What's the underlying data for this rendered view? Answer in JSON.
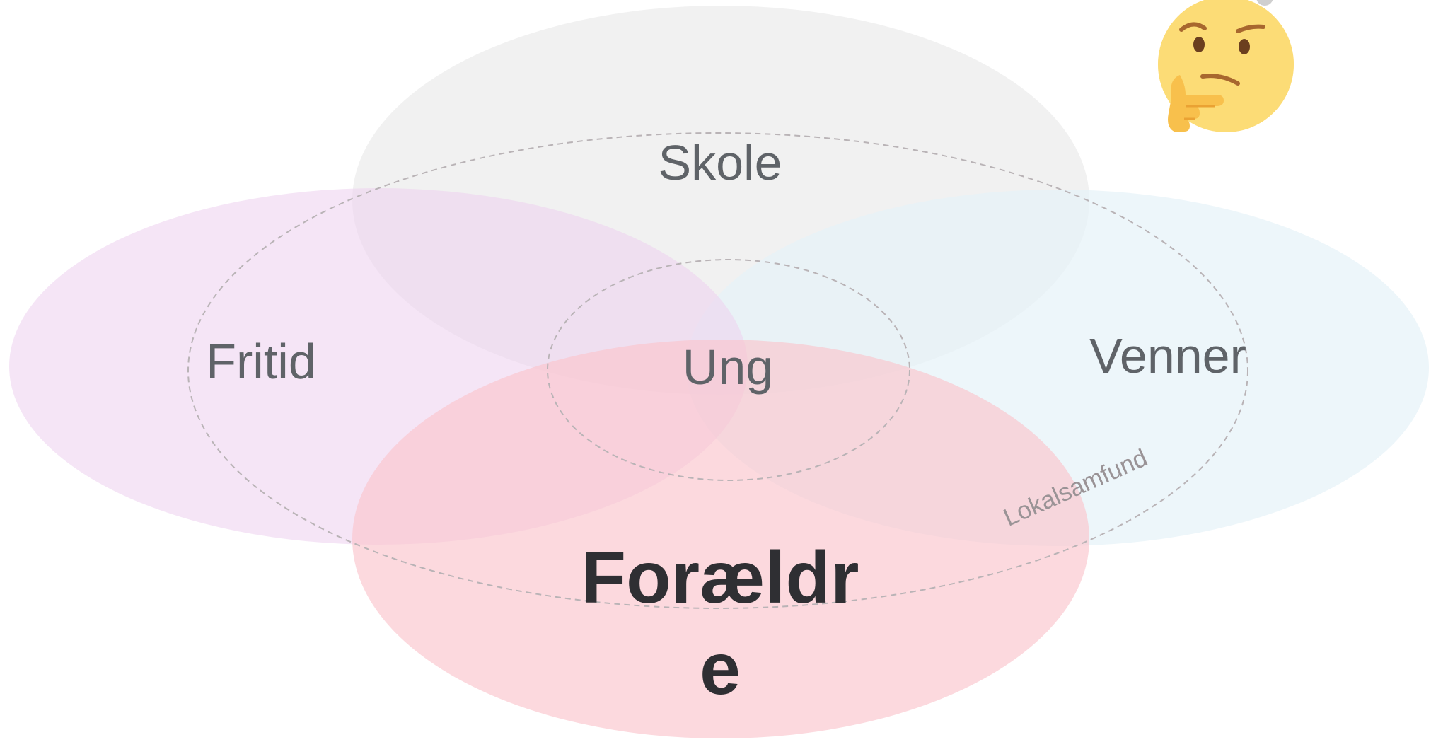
{
  "diagram": {
    "circles": {
      "skole": {
        "label": "Skole",
        "color": "#eeeeee"
      },
      "fritid": {
        "label": "Fritid",
        "color": "#f3dcf2"
      },
      "venner": {
        "label": "Venner",
        "color": "#e8f3f8"
      },
      "foraeldre": {
        "label_line1": "Forældr",
        "label_line2": "e",
        "color": "#fbd0d6"
      }
    },
    "center": {
      "label": "Ung"
    },
    "outer_ring": {
      "label": "Lokalsamfund"
    }
  },
  "icons": {
    "thinking": "thinking-face-icon"
  }
}
